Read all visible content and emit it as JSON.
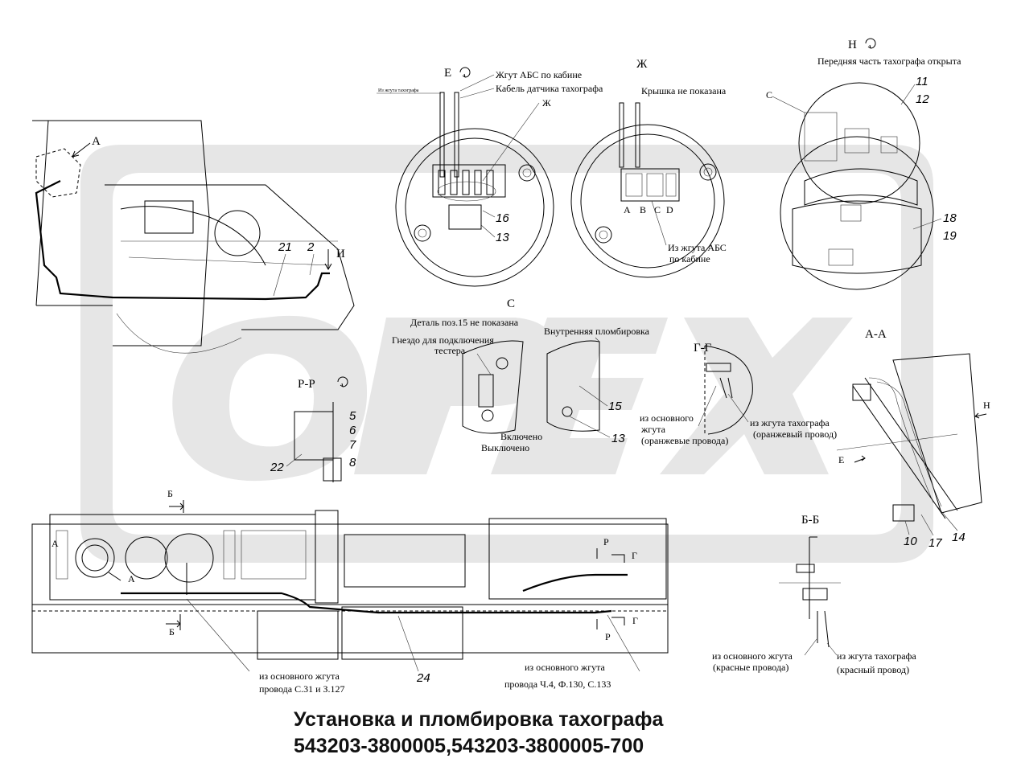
{
  "title": {
    "line1": "Установка и пломбировка тахографа",
    "line2": "543203-3800005,543203-3800005-700"
  },
  "watermark": "OPEX",
  "views": {
    "E": {
      "letter": "Е",
      "harness_abs": "Жгут АБС по кабине",
      "sensor_cable": "Кабель датчика тахографа",
      "from_tacho_harness": "Из жгута тахографа",
      "ref": "Ж"
    },
    "Zh": {
      "letter": "Ж",
      "cover_note": "Крышка не показана",
      "pins": [
        "A",
        "B",
        "C",
        "D"
      ],
      "from_abs": "Из жгута АБС",
      "by_cab": "по кабине"
    },
    "H": {
      "letter": "Н",
      "front_open": "Передняя часть тахографа открыта",
      "ref_c": "С"
    },
    "C": {
      "letter": "С",
      "part_note": "Деталь поз.15 не показана",
      "socket": "Гнездо для подключения",
      "tester": "тестера",
      "inner_seal": "Внутренняя пломбировка",
      "on": "Включено",
      "off": "Выключено"
    },
    "GG": {
      "letter": "Г-Г",
      "main1": "из основного",
      "main2": "жгута",
      "main3": "(оранжевые провода)",
      "tacho1": "из жгута тахографа",
      "tacho2": "(оранжевый провод)"
    },
    "AA": {
      "letter": "А-А",
      "h": "Н",
      "e": "Е"
    },
    "PP": {
      "letter": "Р-Р"
    },
    "BB": {
      "letter": "Б-Б",
      "main1": "из основного жгута",
      "main2": "(красные провода)",
      "tacho1": "из жгута тахографа",
      "tacho2": "(красный провод)"
    },
    "main": {
      "a": "А",
      "i": "И"
    },
    "dash": {
      "b": "Б",
      "a": "А",
      "r": "Р",
      "g": "Г",
      "note1a": "из основного жгута",
      "note1b": "провода С.31 и З.127",
      "note2a": "из основного жгута",
      "note2b": "провода Ч.4, Ф.130, С.133"
    }
  },
  "callouts": {
    "n2": "2",
    "n5": "5",
    "n6": "6",
    "n7": "7",
    "n8": "8",
    "n10": "10",
    "n11": "11",
    "n12": "12",
    "n13": "13",
    "n13b": "13",
    "n14": "14",
    "n15": "15",
    "n16": "16",
    "n17": "17",
    "n18": "18",
    "n19": "19",
    "n21": "21",
    "n22": "22",
    "n24": "24"
  }
}
